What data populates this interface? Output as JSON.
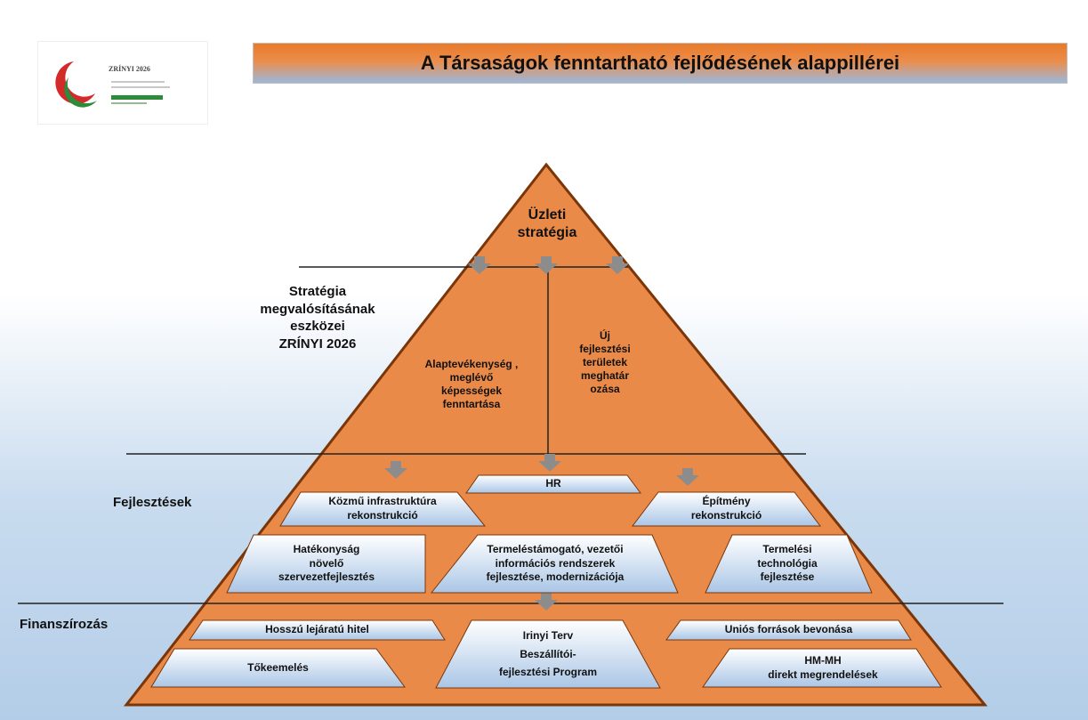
{
  "title": "A Társaságok fenntartható fejlődésének alappillérei",
  "logo": {
    "text": "ZRÍNYI 2026"
  },
  "apex": "Üzleti\nstratégia",
  "left_labels": {
    "strategy_tools": "Stratégia\nmegvalósításának\neszközei\nZRÍNYI 2026",
    "developments": "Fejlesztések",
    "financing": "Finanszírozás"
  },
  "strategy_columns": {
    "left": "Alaptevékenység ,\nmeglévő\nképességek\nfenntartása",
    "right": "Új\nfejlesztési\nterületek\nmeghatár\nozása"
  },
  "development_boxes": {
    "hr": "HR",
    "kozmu": "Közmű infrastruktúra\nrekonstrukció",
    "epitmeny": "Építmény\nrekonstrukció",
    "hatekonysag": "Hatékonyság\nnövelő\nszervezetfejlesztés",
    "termeles_tamogato": "Termeléstámogató, vezetői\ninformációs rendszerek\nfejlesztése, modernizációja",
    "termelesi": "Termelési\ntechnológia\nfejlesztése"
  },
  "financing_boxes": {
    "hitel": "Hosszú lejáratú hitel",
    "irinyi": "Irinyi Terv\nBeszállítói-\nfejlesztési Program",
    "unios": "Uniós források bevonása",
    "tokeemeles": "Tőkeemelés",
    "hm_mh": "HM-MH\ndirekt megrendelések"
  },
  "colors": {
    "pyramid": "#ea8a49",
    "pyramid_outline": "#7a3608",
    "box_top": "#ffffff",
    "box_bottom": "#aac6e6",
    "arrow": "#8c8c8c"
  }
}
